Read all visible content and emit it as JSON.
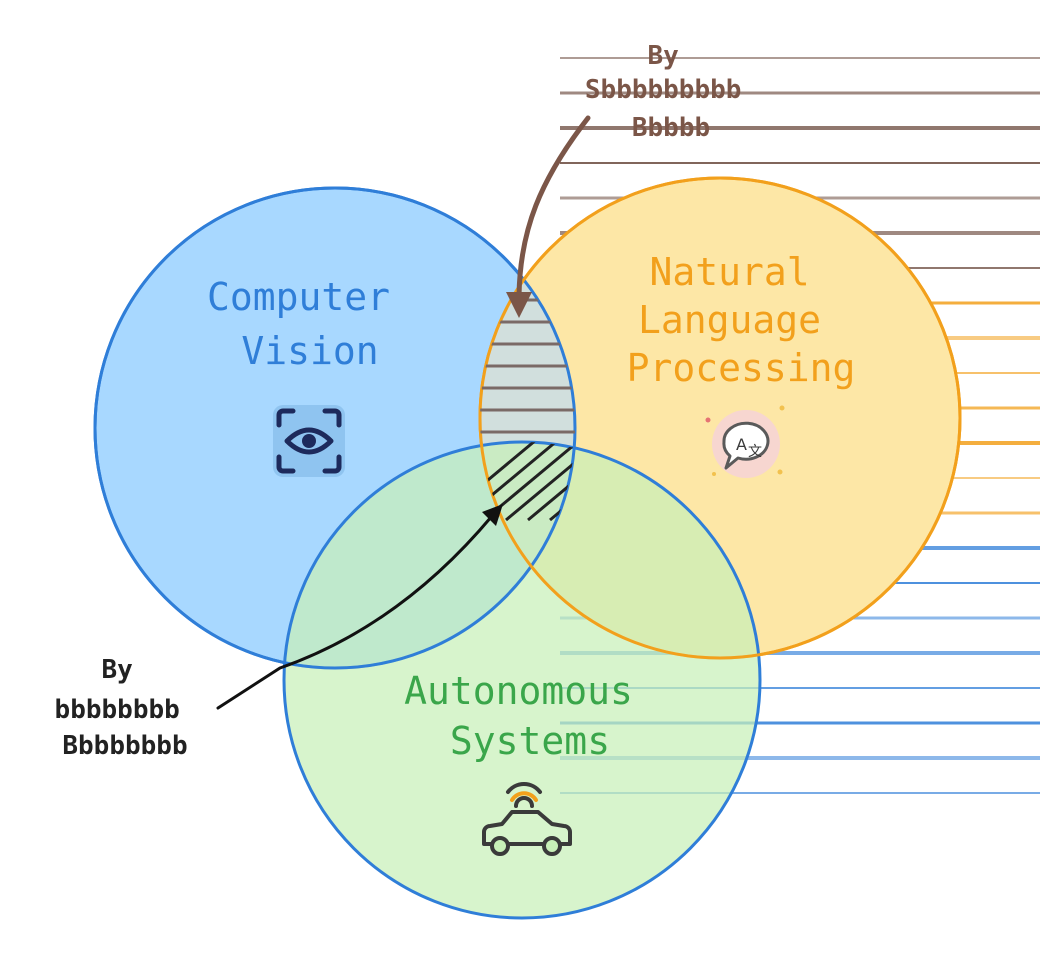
{
  "sets": {
    "cv": {
      "lines": [
        "Computer",
        "Vision"
      ],
      "icon": "eye-scan-icon",
      "fill": "#a8d8ff",
      "stroke": "#2f7ed8",
      "label_color": "#2f7ed8"
    },
    "nlp": {
      "lines": [
        "Natural",
        "Language",
        "Processing"
      ],
      "icon": "translate-bubble-icon",
      "fill": "#fde7a6",
      "stroke": "#f2a01c",
      "label_color": "#f2a01c"
    },
    "as": {
      "lines": [
        "Autonomous",
        "Systems"
      ],
      "icon": "connected-car-icon",
      "fill": "#c8f0b8",
      "stroke": "#2f7ed8",
      "label_color": "#3aa64a"
    }
  },
  "callouts": {
    "top": {
      "lines": [
        "By",
        "Sbbbbbbbbb",
        "Bbbbb"
      ],
      "color": "#7b5648",
      "arrow_color": "#7b5648"
    },
    "left": {
      "lines": [
        "By",
        "bbbbbbbb",
        "Bbbbbbbb"
      ],
      "color": "#222222",
      "arrow_color": "#111111"
    }
  },
  "hatch": {
    "cv_nlp": "horizontal",
    "cv_as_nlp": "diagonal",
    "line_color": "#7a6a66"
  },
  "backdrop_stripes": {
    "colors": [
      "#6b4a3e",
      "#f2a01c",
      "#2f7ed8"
    ]
  }
}
